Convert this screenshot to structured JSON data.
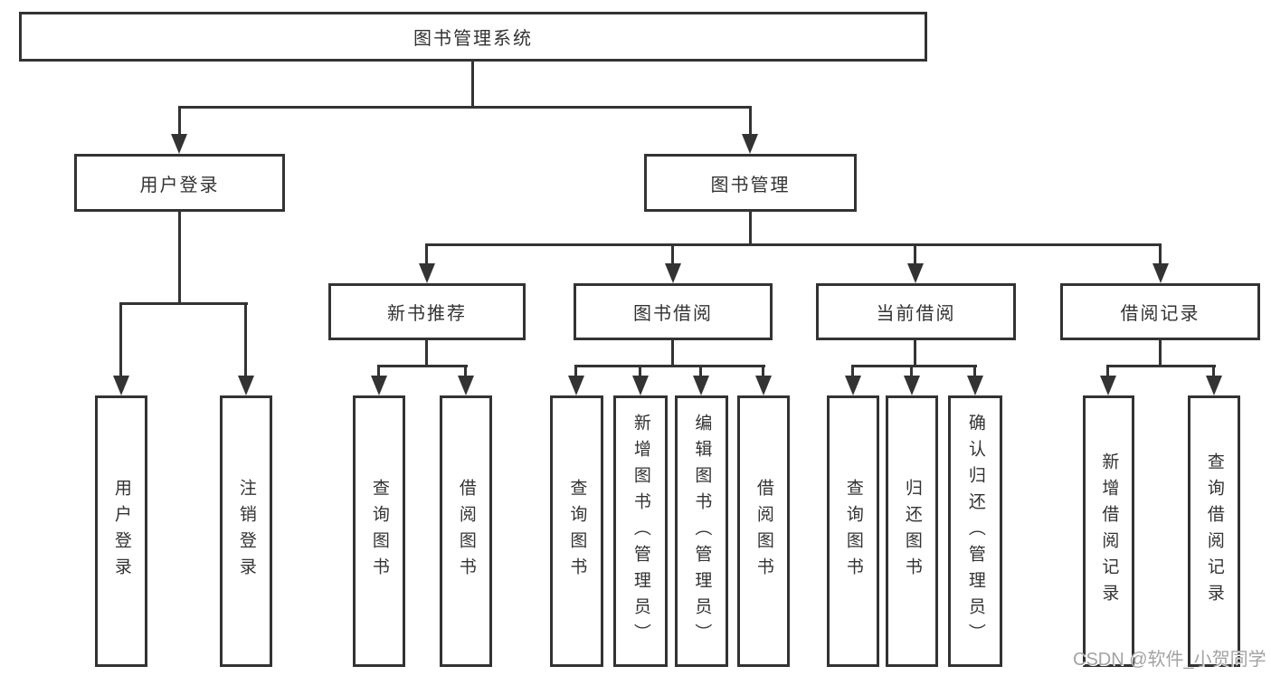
{
  "diagram": {
    "root": {
      "label": "图书管理系统"
    },
    "branches": [
      {
        "label": "用户登录",
        "children": [
          {
            "label": "用户登录"
          },
          {
            "label": "注销登录"
          }
        ]
      },
      {
        "label": "图书管理",
        "children": [
          {
            "label": "新书推荐",
            "children": [
              {
                "label": "查询图书"
              },
              {
                "label": "借阅图书"
              }
            ]
          },
          {
            "label": "图书借阅",
            "children": [
              {
                "label": "查询图书"
              },
              {
                "label": "新增图书（管理员）"
              },
              {
                "label": "编辑图书（管理员）"
              },
              {
                "label": "借阅图书"
              }
            ]
          },
          {
            "label": "当前借阅",
            "children": [
              {
                "label": "查询图书"
              },
              {
                "label": "归还图书"
              },
              {
                "label": "确认归还（管理员）"
              }
            ]
          },
          {
            "label": "借阅记录",
            "children": [
              {
                "label": "新增借阅记录"
              },
              {
                "label": "查询借阅记录"
              }
            ]
          }
        ]
      }
    ]
  },
  "watermark": {
    "text": "CSDN @软件_小贺同学"
  },
  "colors": {
    "line": "#333333",
    "text": "#333333",
    "watermark": "#a3a3a3",
    "background": "#ffffff"
  }
}
